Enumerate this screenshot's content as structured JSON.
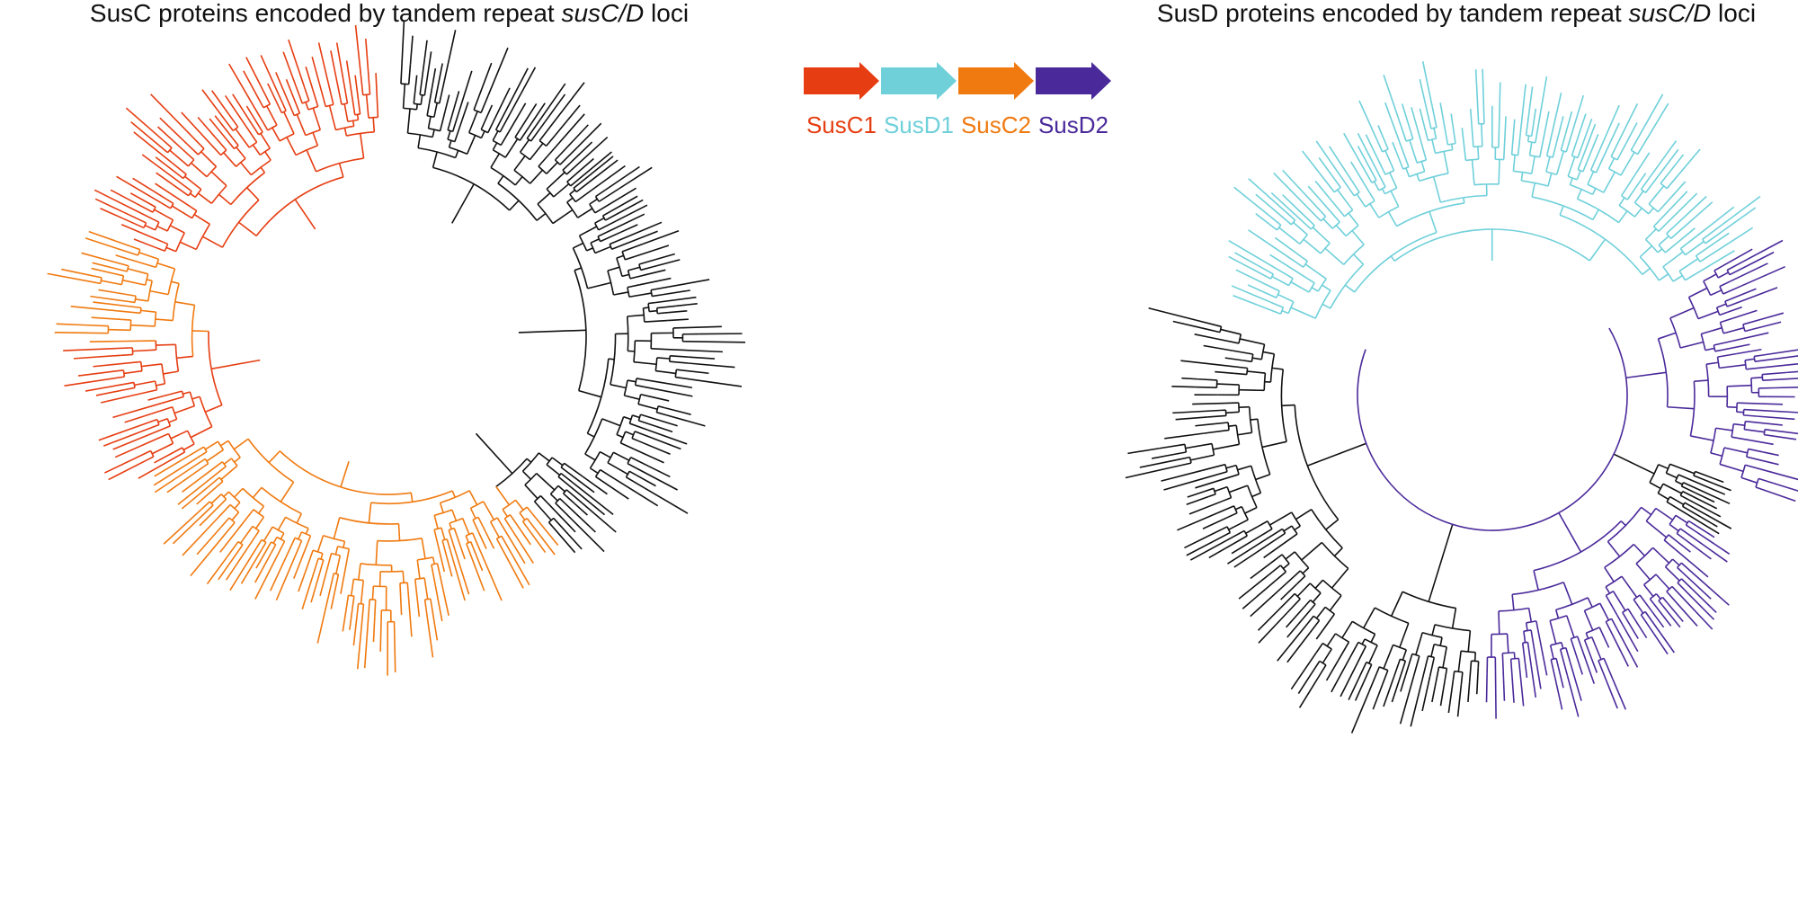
{
  "panels": {
    "left": {
      "title_prefix": "SusC proteins encoded by tandem repeat ",
      "title_italic": "susC/D",
      "title_suffix": " loci"
    },
    "right": {
      "title_prefix": "SusD proteins encoded by tandem repeat ",
      "title_italic": "susC/D",
      "title_suffix": " loci"
    }
  },
  "legend": {
    "items": [
      {
        "label": "SusC1",
        "color": "#e63e12"
      },
      {
        "label": "SusD1",
        "color": "#6fd0da"
      },
      {
        "label": "SusC2",
        "color": "#f07a10"
      },
      {
        "label": "SusD2",
        "color": "#4a2a9a"
      }
    ]
  },
  "colors": {
    "unassigned": "#111111"
  }
}
